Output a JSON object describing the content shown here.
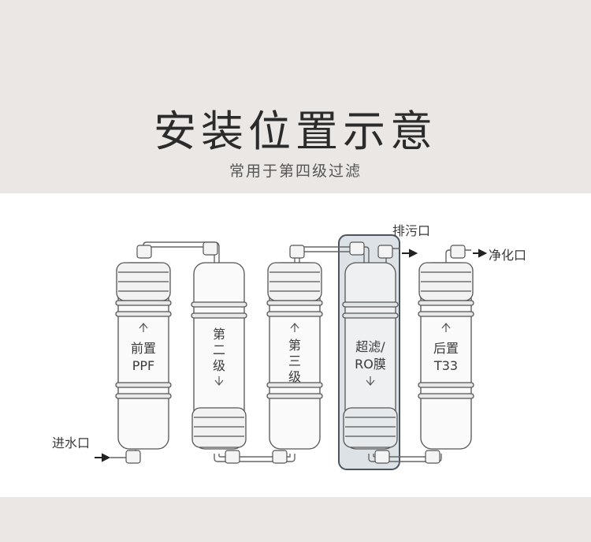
{
  "header": {
    "title": "安装位置示意",
    "subtitle": "常用于第四级过滤"
  },
  "labels": {
    "inlet": "进水口",
    "drain": "排污口",
    "outlet": "净化口"
  },
  "filters": [
    {
      "line1": "前置",
      "line2": "PPF",
      "line3": "",
      "arrow": "up"
    },
    {
      "line1": "第",
      "line2": "二",
      "line3": "级",
      "arrow": "down"
    },
    {
      "line1": "第",
      "line2": "三",
      "line3": "级",
      "arrow": "up"
    },
    {
      "line1": "超滤/",
      "line2": "RO膜",
      "line3": "",
      "arrow": "down"
    },
    {
      "line1": "后置",
      "line2": "T33",
      "line3": "",
      "arrow": "up"
    }
  ],
  "colors": {
    "band": "#ebe7e5",
    "highlight_fill": "#dde2e6",
    "highlight_stroke": "#4a5560",
    "line": "#555555"
  }
}
